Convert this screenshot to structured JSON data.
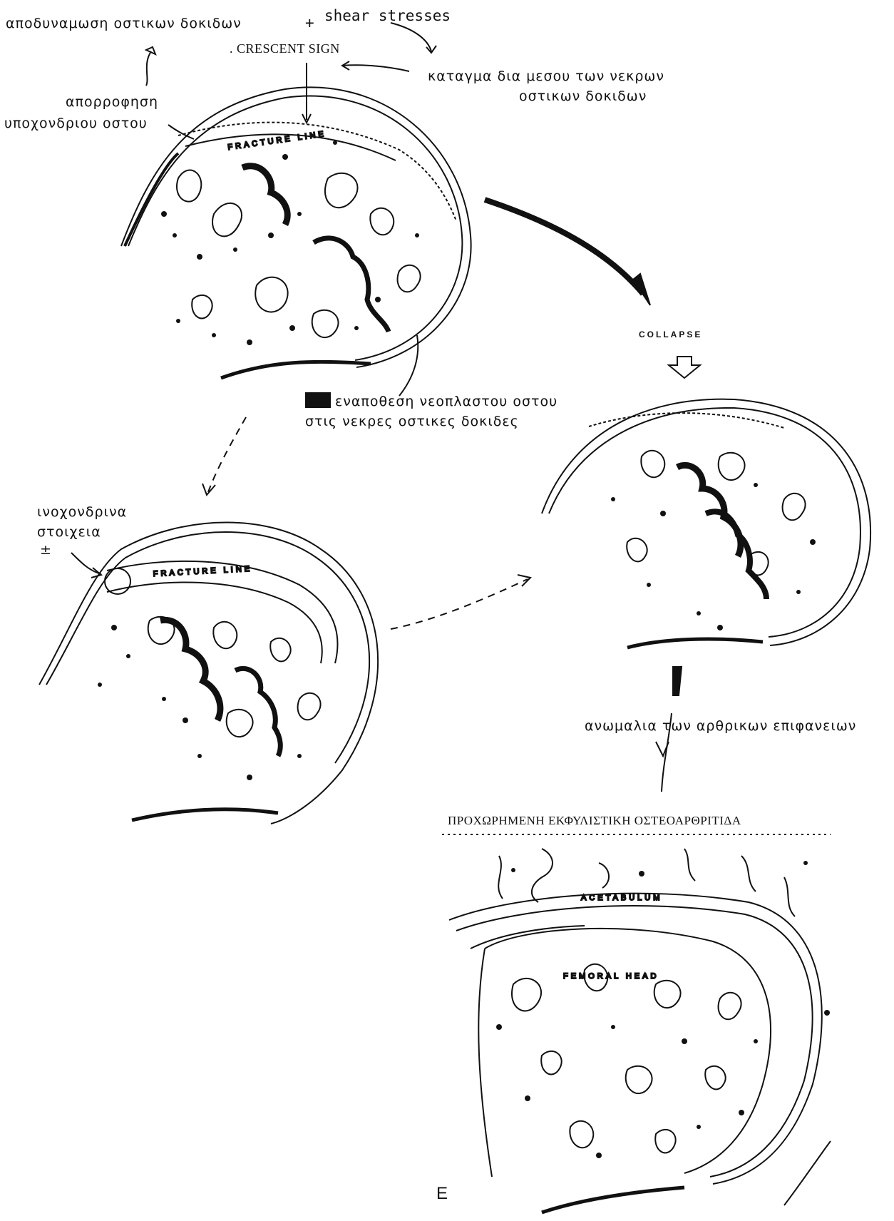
{
  "colors": {
    "ink": "#111111",
    "paper": "#ffffff"
  },
  "top": {
    "label_bone_weakening": "αποδυναμωση οστικων δοκιδων",
    "plus": "+",
    "label_shear": "shear stresses",
    "label_crescent": ". CRESCENT SIGN",
    "label_fracture_through": "καταγμα δια μεσου των νεκρων",
    "label_fracture_through_2": "οστικων δοκιδων",
    "label_resorption": "απορροφηση",
    "label_resorption_2": "υποχονδριου οστου",
    "inner_fracture_line": "FRACTURE LINE"
  },
  "middle": {
    "label_collapse": "COLLAPSE",
    "legend_text_1": "εναποθεση νεοπλαστου οστου",
    "legend_text_2": "στις νεκρες οστικες δοκιδες",
    "label_fibrocartilage": "ινοχονδρινα",
    "label_fibrocartilage_2": "στοιχεια",
    "label_plusminus": "±",
    "inner_fracture_line_2": "FRACTURE LINE"
  },
  "bottom": {
    "label_irregularity": "ανωμαλια των αρθρικων επιφανειων",
    "label_advanced_oa": "ΠΡΟΧΩΡΗΜΕΝΗ ΕΚΦΥΛΙΣΤΙΚΗ ΟΣΤΕΟΑΡΘΡΙΤΙΔΑ",
    "inner_acetabulum": "ACETABULUM",
    "inner_femoral_head": "FEMORAL HEAD",
    "caption_letter": "E"
  }
}
